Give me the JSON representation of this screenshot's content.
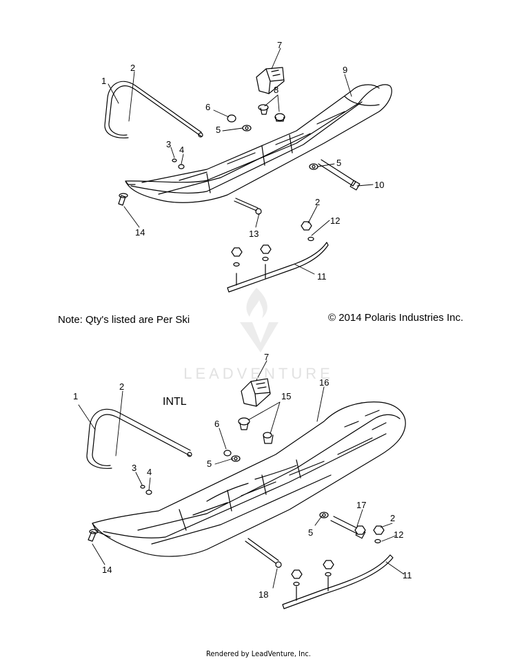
{
  "note": "Note: Qty's listed are Per Ski",
  "copyright": "© 2014 Polaris Industries Inc.",
  "intl_label": "INTL",
  "watermark_text": "LEADVENTURE",
  "footer": "Rendered by LeadVenture, Inc.",
  "callouts": {
    "top": [
      "1",
      "2",
      "3",
      "4",
      "5",
      "6",
      "7",
      "8",
      "9",
      "5",
      "10",
      "2",
      "12",
      "11",
      "13",
      "14"
    ],
    "bottom": [
      "1",
      "2",
      "3",
      "4",
      "5",
      "6",
      "7",
      "15",
      "16",
      "5",
      "17",
      "2",
      "12",
      "11",
      "18",
      "14"
    ]
  }
}
